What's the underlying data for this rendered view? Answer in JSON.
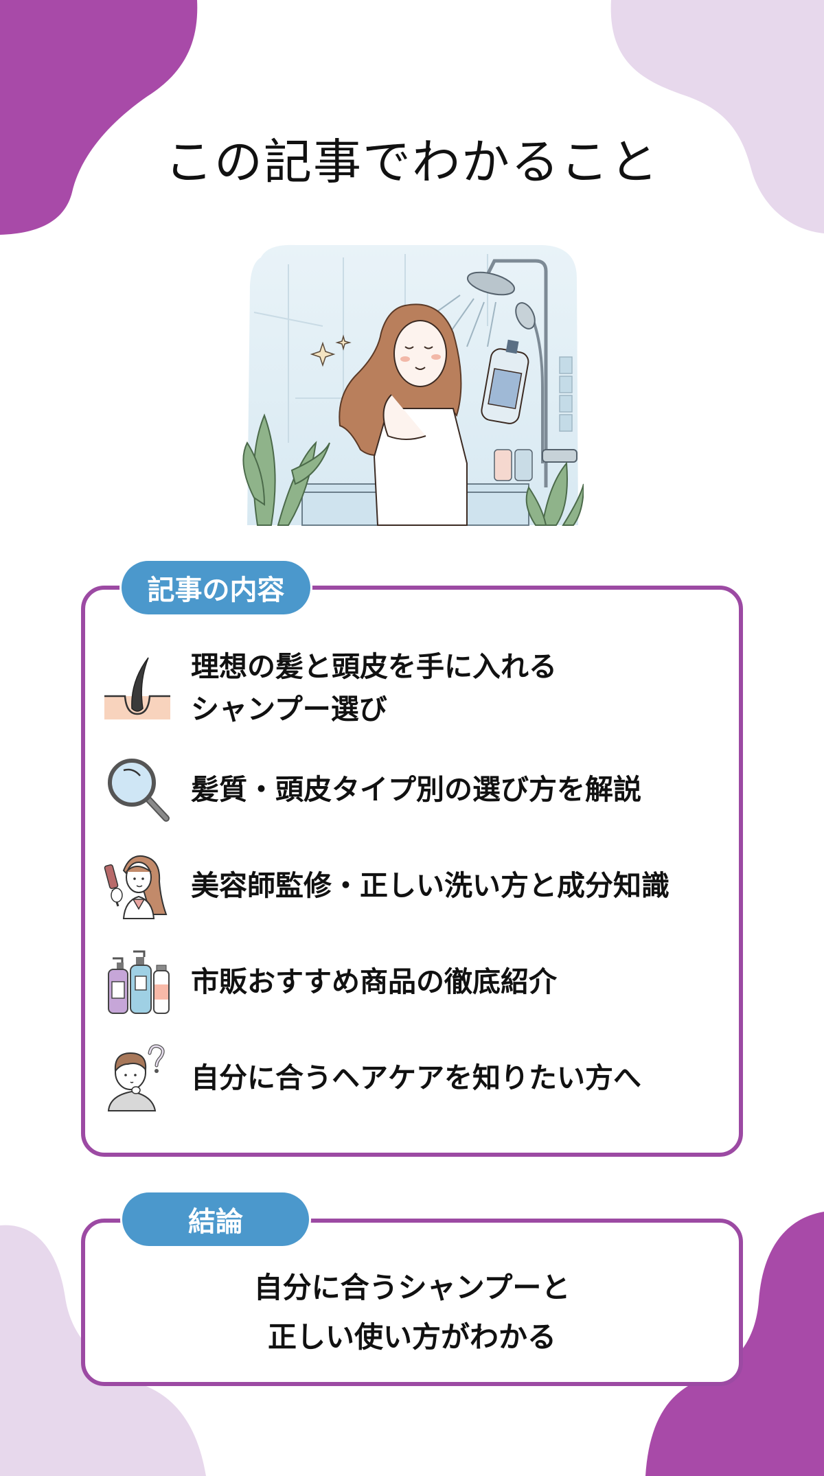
{
  "page": {
    "title": "この記事でわかること"
  },
  "colors": {
    "purple_dark": "#a84aa8",
    "purple_light": "#e7d8ec",
    "border_purple": "#9c4aa3",
    "pill_blue": "#4b98cc",
    "text": "#111111"
  },
  "hero": {
    "illustration": "woman-washing-hair-in-shower"
  },
  "contents": {
    "label": "記事の内容",
    "items": [
      {
        "icon": "hair-follicle-icon",
        "lines": [
          "理想の髪と頭皮を手に入れる",
          "シャンプー選び"
        ]
      },
      {
        "icon": "magnifying-glass-icon",
        "lines": [
          "髪質・頭皮タイプ別の選び方を解説"
        ]
      },
      {
        "icon": "hairstylist-icon",
        "lines": [
          "美容師監修・正しい洗い方と成分知識"
        ]
      },
      {
        "icon": "shampoo-bottles-icon",
        "lines": [
          "市販おすすめ商品の徹底紹介"
        ]
      },
      {
        "icon": "thinking-person-icon",
        "lines": [
          "自分に合うヘアケアを知りたい方へ"
        ]
      }
    ]
  },
  "conclusion": {
    "label": "結論",
    "lines": [
      "自分に合うシャンプーと",
      "正しい使い方がわかる"
    ]
  }
}
